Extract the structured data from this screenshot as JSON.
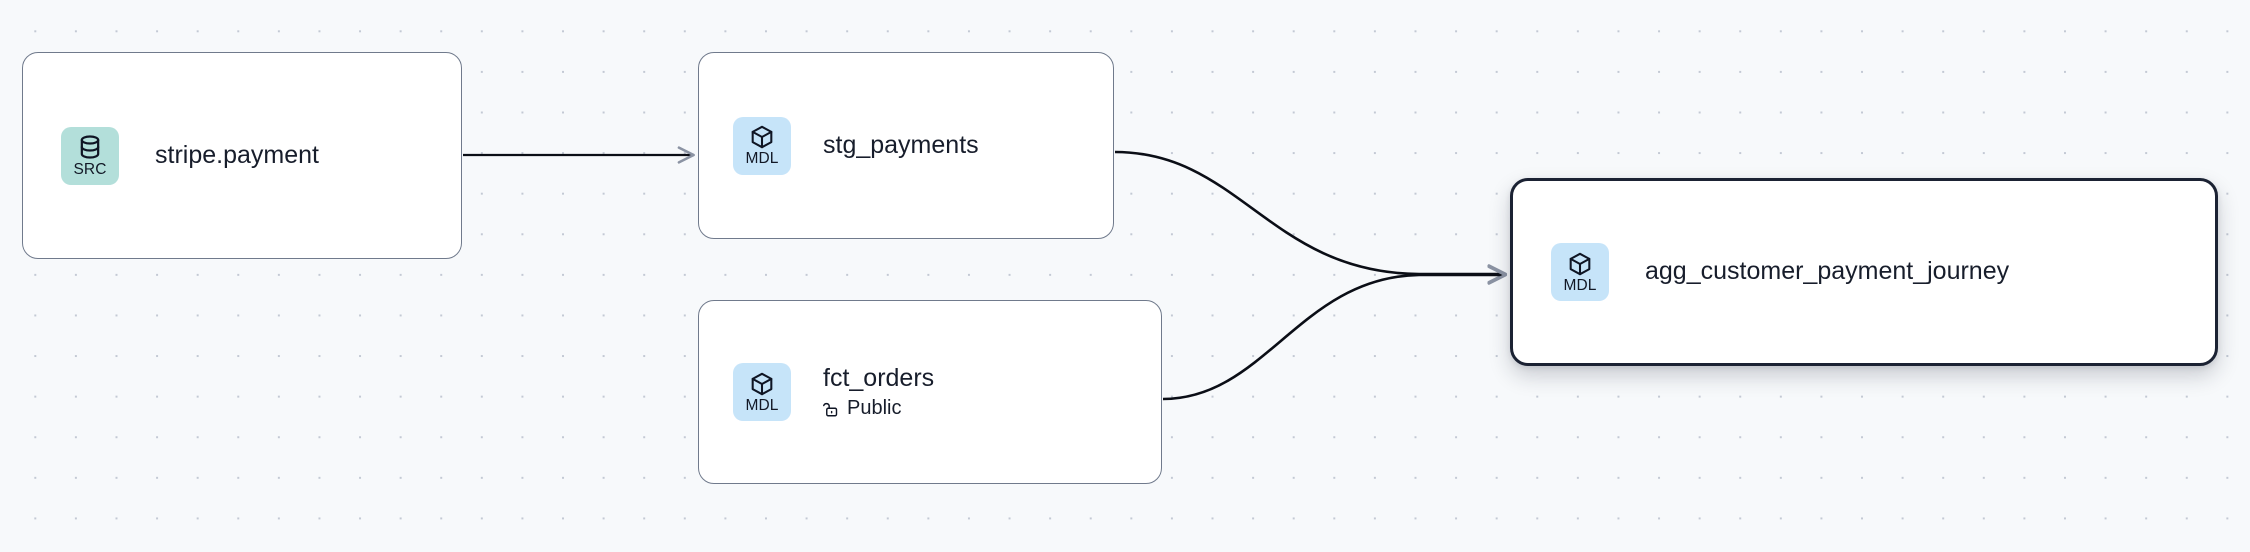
{
  "graph": {
    "background": "#f7f9fb",
    "grid_dot_color": "#c3c9d4",
    "edge_color": "#0b0e16",
    "selected_border_color": "#1b2233",
    "node_border_color": "#707a8c",
    "src_tile_color": "#b3dfda",
    "mdl_tile_color": "#c6e4f9",
    "nodes": [
      {
        "id": "stripe-payment",
        "title": "stripe.payment",
        "kind_label": "SRC",
        "kind_icon": "database-icon",
        "selected": false,
        "meta": null,
        "meta_icon": null
      },
      {
        "id": "stg-payments",
        "title": "stg_payments",
        "kind_label": "MDL",
        "kind_icon": "cube-icon",
        "selected": false,
        "meta": null,
        "meta_icon": null
      },
      {
        "id": "fct-orders",
        "title": "fct_orders",
        "kind_label": "MDL",
        "kind_icon": "cube-icon",
        "selected": false,
        "meta": "Public",
        "meta_icon": "unlock-icon"
      },
      {
        "id": "agg-journey",
        "title": "agg_customer_payment_journey",
        "kind_label": "MDL",
        "kind_icon": "cube-icon",
        "selected": true,
        "meta": null,
        "meta_icon": null
      }
    ],
    "edges": [
      {
        "id": "edge-stripe-to-stg",
        "from": "stripe-payment",
        "to": "stg-payments",
        "style": "straight"
      },
      {
        "id": "edge-stg-to-agg",
        "from": "stg-payments",
        "to": "agg-journey",
        "style": "bezier"
      },
      {
        "id": "edge-fct-to-agg",
        "from": "fct-orders",
        "to": "agg-journey",
        "style": "bezier"
      }
    ]
  }
}
